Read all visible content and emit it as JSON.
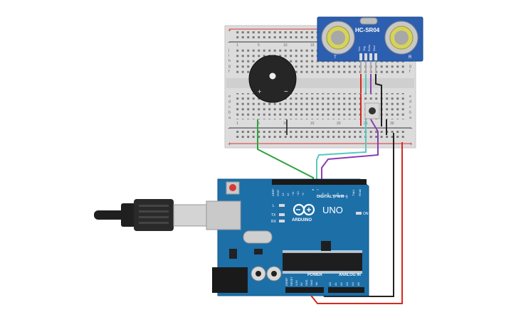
{
  "sensor": {
    "label": "HC-SR04",
    "pin_labels": [
      "Vcc",
      "Trig",
      "Echo",
      "Gnd"
    ],
    "left_mark": "T",
    "right_mark": "R"
  },
  "buzzer": {
    "plus": "+",
    "minus": "−"
  },
  "breadboard": {
    "rows_top": [
      "j",
      "i",
      "h",
      "g",
      "f"
    ],
    "rows_bottom": [
      "e",
      "d",
      "c",
      "b",
      "a"
    ],
    "col_marks": [
      "1",
      "5",
      "10",
      "15",
      "20",
      "25",
      "30"
    ],
    "rail_plus": "+",
    "rail_minus": "−"
  },
  "arduino": {
    "brand": "ARDUINO",
    "model": "UNO",
    "digital_label": "DIGITAL (PWM~)",
    "power_label": "POWER",
    "analog_label": "ANALOG IN",
    "on_label": "ON",
    "l_label": "L",
    "tx_label": "TX",
    "rx_label": "RX",
    "digital_pins": [
      "AREF",
      "GND",
      "13",
      "12",
      "~11",
      "~10",
      "~9",
      "8",
      "7",
      "~6",
      "~5",
      "4",
      "~3",
      "2",
      "TX▸1",
      "RX◂0"
    ],
    "power_pins": [
      "IOREF",
      "RESET",
      "3.3V",
      "5V",
      "GND",
      "GND",
      "Vin"
    ],
    "analog_pins": [
      "A0",
      "A1",
      "A2",
      "A3",
      "A4",
      "A5"
    ]
  },
  "colors": {
    "wire_green": "#2fa33f",
    "wire_cyan": "#57c9c0",
    "wire_purple": "#8a3fb0",
    "wire_red": "#d42a1f",
    "wire_black": "#222222",
    "board_blue": "#1d6fa8",
    "sensor_blue": "#2d5fb0"
  }
}
